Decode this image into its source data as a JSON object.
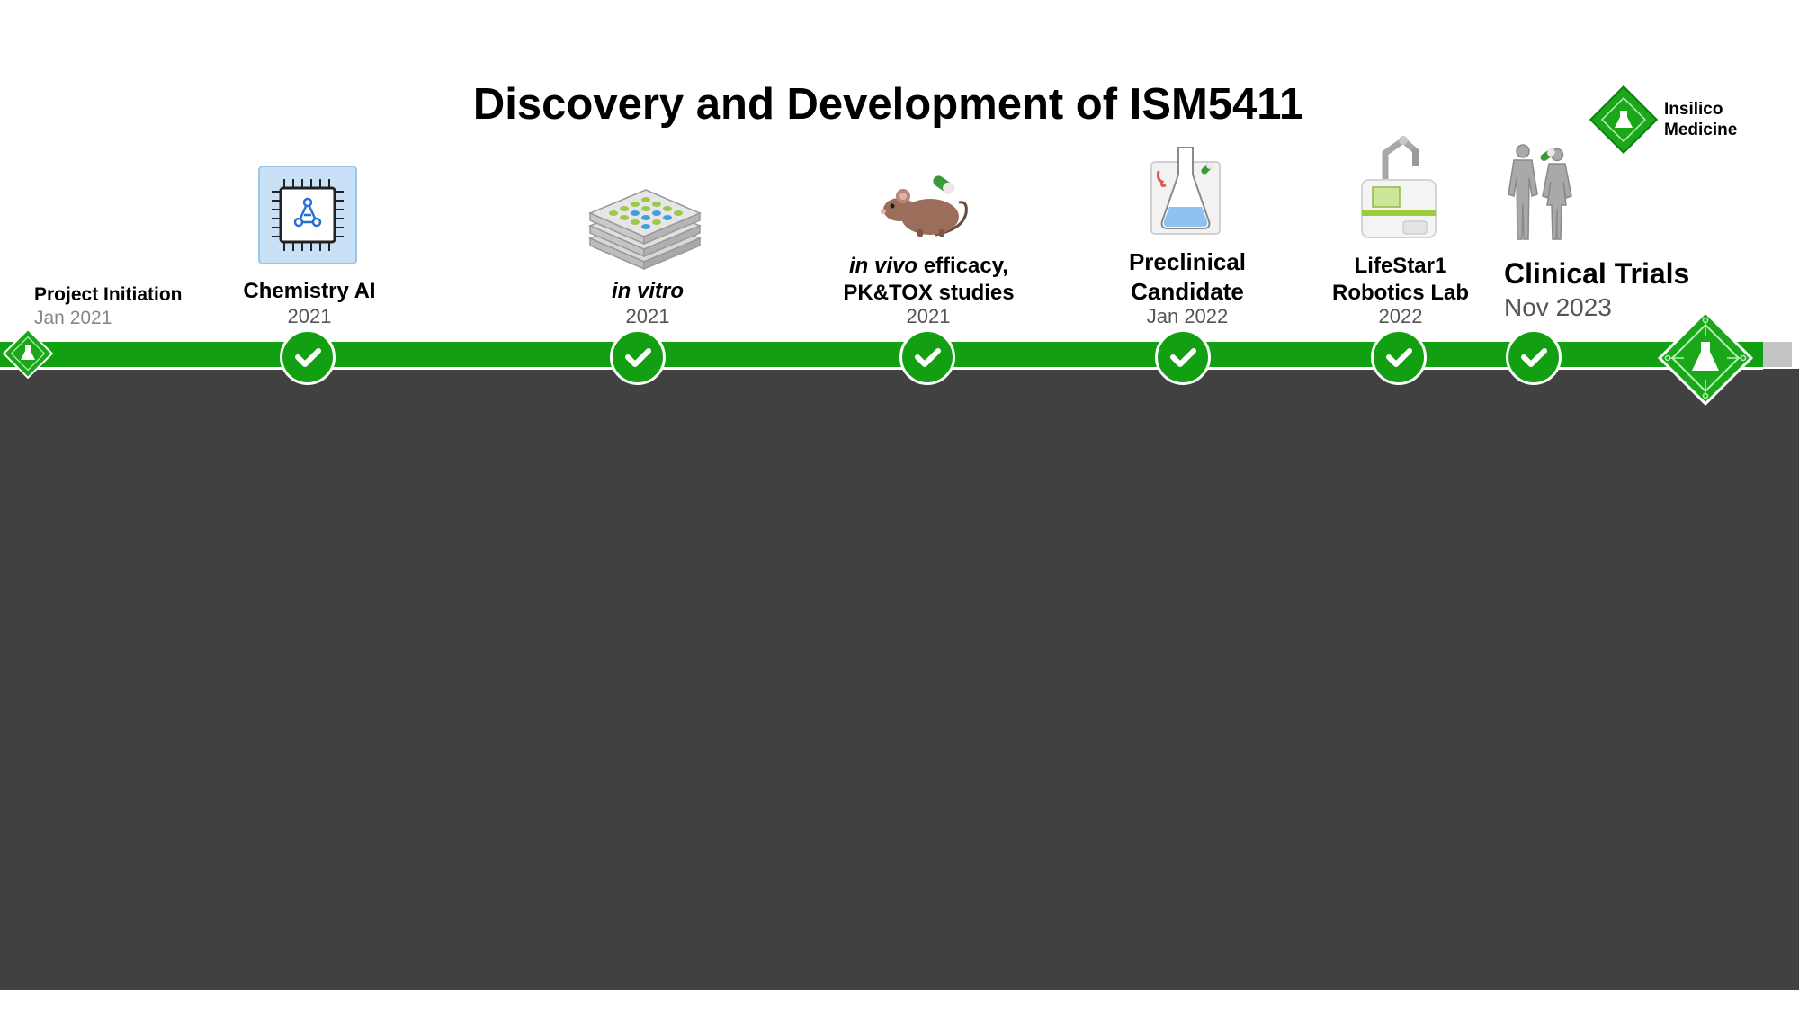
{
  "title": "Discovery and Development of ISM5411",
  "logo": {
    "line1": "Insilico",
    "line2": "Medicine"
  },
  "colors": {
    "green": "#12a012",
    "dark_panel": "#414141",
    "track_end": "#c4c4c4"
  },
  "milestones": [
    {
      "label": "Project Initiation",
      "date": "Jan 2021",
      "marker": "diamond-logo-icon"
    },
    {
      "label": "Chemistry AI",
      "date": "2021",
      "icon": "ai-chip-icon",
      "marker": "check-icon"
    },
    {
      "label": "in vitro",
      "date": "2021",
      "icon": "well-plate-icon",
      "marker": "check-icon"
    },
    {
      "label_italic": "in vivo",
      "label_rest": " efficacy,",
      "label_line2": "PK&TOX studies",
      "date": "2021",
      "icon": "mouse-icon",
      "marker": "check-icon"
    },
    {
      "label_line1": "Preclinical",
      "label_line2": "Candidate",
      "date": "Jan 2022",
      "icon": "flask-icon",
      "marker": "check-icon"
    },
    {
      "label_line1": "LifeStar1",
      "label_line2": "Robotics Lab",
      "date": "2022",
      "icon": "robot-lab-icon",
      "marker": "check-icon"
    },
    {
      "label": "Clinical Trials",
      "date": "Nov 2023",
      "icon": "human-figures-icon",
      "marker": "check-icon"
    }
  ],
  "end_marker": "diamond-logo-icon"
}
